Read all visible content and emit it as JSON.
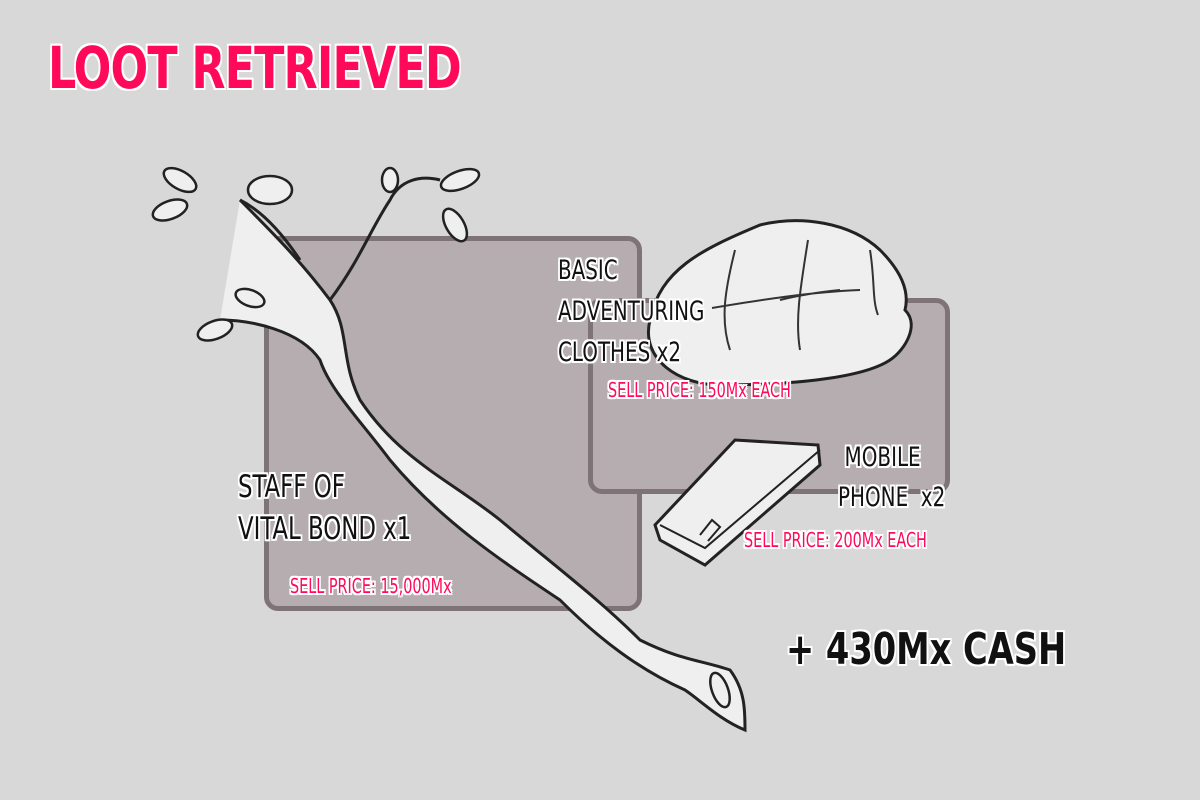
{
  "header": {
    "title": "LOOT RETRIEVED"
  },
  "items": [
    {
      "name_lines": [
        "STAFF OF",
        "VITAL BOND x1"
      ],
      "price": "SELL PRICE: 15,000Mx",
      "icon": "staff-icon"
    },
    {
      "name_lines": [
        "BASIC",
        "ADVENTURING",
        "CLOTHES x2"
      ],
      "price": "SELL PRICE: 150Mx EACH",
      "icon": "clothes-icon"
    },
    {
      "name_lines": [
        "MOBILE",
        "PHONE  x2"
      ],
      "price": "SELL PRICE: 200Mx EACH",
      "icon": "phone-icon"
    }
  ],
  "reward": {
    "cash": "+ 430Mx CASH"
  },
  "colors": {
    "accent": "#ff0a5a",
    "background": "#d8d8d8",
    "panel": "#b5adb0",
    "panel_border": "#7e7377"
  }
}
